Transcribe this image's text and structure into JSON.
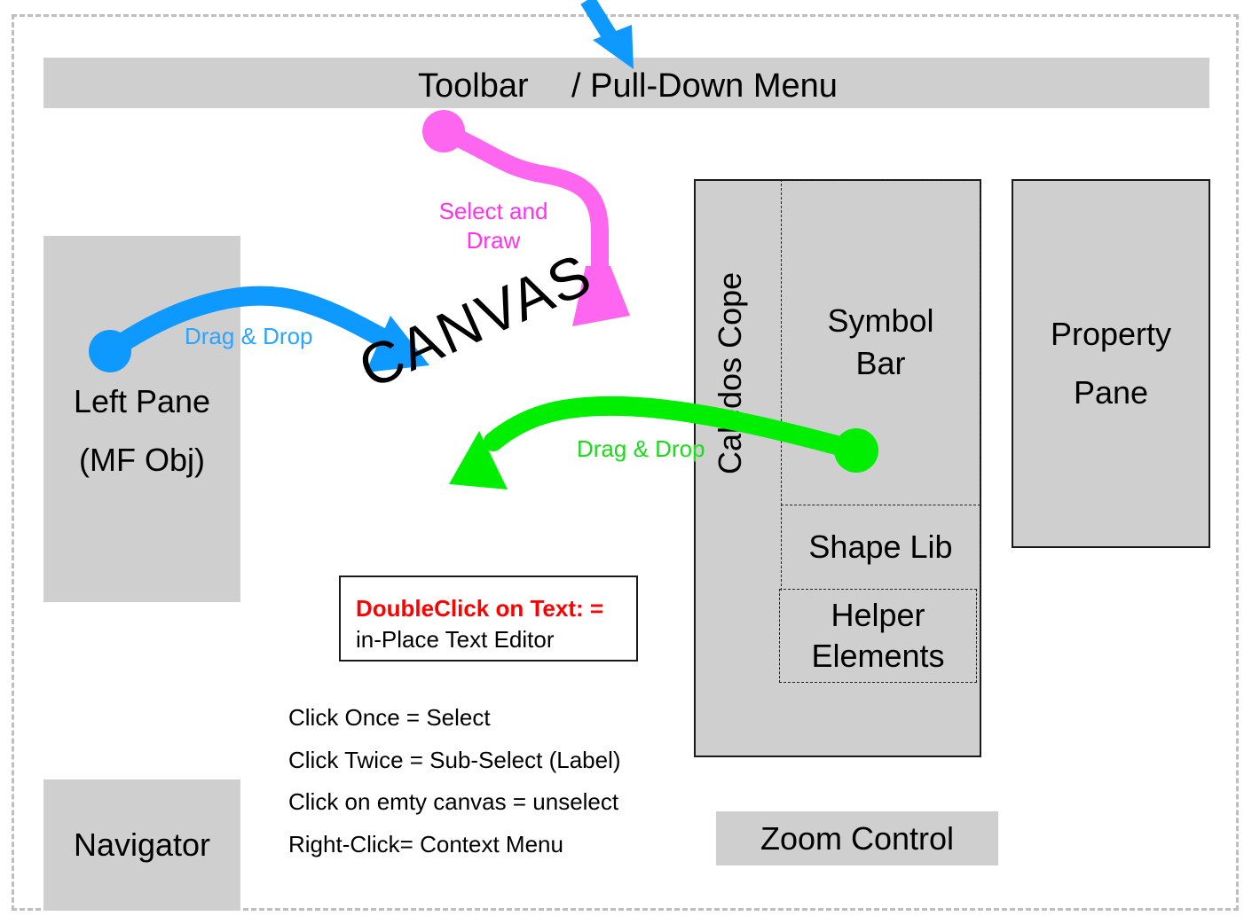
{
  "toolbar": {
    "label_part1": "Toolbar",
    "label_part2": "/ Pull-Down Menu"
  },
  "left_pane": {
    "line1": "Left Pane",
    "line2": "(MF Obj)"
  },
  "navigator": {
    "label": "Navigator"
  },
  "canvas": {
    "label": "CANVAS"
  },
  "caledos": {
    "label": "Caledos Cope"
  },
  "symbol_bar": {
    "line1": "Symbol",
    "line2": "Bar"
  },
  "shape_lib": {
    "label": "Shape Lib"
  },
  "helper_elements": {
    "line1": "Helper",
    "line2": "Elements"
  },
  "property_pane": {
    "line1": "Property",
    "line2": "Pane"
  },
  "zoom_control": {
    "label": "Zoom Control"
  },
  "double_click_box": {
    "title": "DoubleClick on Text: =",
    "body": "in-Place  Text Editor"
  },
  "instructions": [
    "Click Once = Select",
    "Click Twice = Sub-Select (Label)",
    "Click on emty canvas = unselect",
    "Right-Click= Context Menu"
  ],
  "arrows": {
    "blue_label": "Drag & Drop",
    "green_label": "Drag & Drop",
    "pink_line1": "Select and",
    "pink_line2": "Draw"
  },
  "colors": {
    "panel_grey": "#cfcfcf",
    "frame_dash": "#bfbfbf",
    "blue_arrow": "#0d99ff",
    "green_arrow": "#00ee00",
    "pink_arrow": "#ff66f0",
    "red_text": "#ff0000"
  }
}
